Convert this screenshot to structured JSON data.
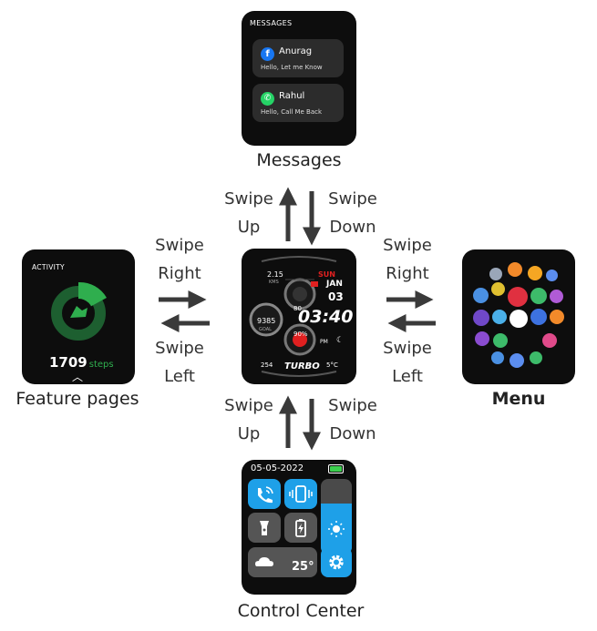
{
  "screens": {
    "messages": {
      "header": "MESSAGES",
      "items": [
        {
          "app_icon": "facebook-icon",
          "icon_glyph": "f",
          "icon_color": "#1877f2",
          "name": "Anurag",
          "text": "Hello, Let me Know"
        },
        {
          "app_icon": "whatsapp-icon",
          "icon_glyph": "✆",
          "icon_color": "#25d366",
          "name": "Rahul",
          "text": "Hello, Call Me Back"
        }
      ]
    },
    "activity": {
      "header": "ACTIVITY",
      "steps_value": "1709",
      "steps_unit": "steps",
      "ring_color": "#2fae4e"
    },
    "watch_face": {
      "top_value": "2.15",
      "top_unit": "KMS",
      "day": "SUN",
      "month": "JAN",
      "date": "03",
      "time": "03:40",
      "am_pm": "PM",
      "gauge_value": "80",
      "steps_value": "9385",
      "steps_label": "GOAL",
      "battery_percent": "90%",
      "bottom_left_value": "254",
      "bottom_right_value": "5°C",
      "brand": "TURBO",
      "accent_color": "#e02020"
    },
    "menu": {
      "icons": [
        "settings-icon",
        "basketball-icon",
        "fire-icon",
        "phone-icon",
        "weather-icon",
        "heart-icon",
        "temperature-icon",
        "music-icon",
        "moon-icon",
        "clock-icon",
        "pencil-icon",
        "sports-icon",
        "footprints-icon",
        "game-icon",
        "camera-icon",
        "recorder-icon",
        "watch-icon",
        "call-icon"
      ]
    },
    "control_center": {
      "date": "05-05-2022",
      "temperature": "25°",
      "accent_color": "#1ea0e8",
      "battery_color": "#3ccf4e"
    }
  },
  "captions": {
    "top": "Messages",
    "left": "Feature pages",
    "right": "Menu",
    "bottom": "Control Center"
  },
  "gestures": {
    "top_up": [
      "Swipe",
      "Up"
    ],
    "top_down": [
      "Swipe",
      "Down"
    ],
    "left_right": [
      "Swipe",
      "Right"
    ],
    "left_left": [
      "Swipe",
      "Left"
    ],
    "right_right": [
      "Swipe",
      "Right"
    ],
    "right_left": [
      "Swipe",
      "Left"
    ],
    "bottom_up": [
      "Swipe",
      "Up"
    ],
    "bottom_down": [
      "Swipe",
      "Down"
    ]
  }
}
